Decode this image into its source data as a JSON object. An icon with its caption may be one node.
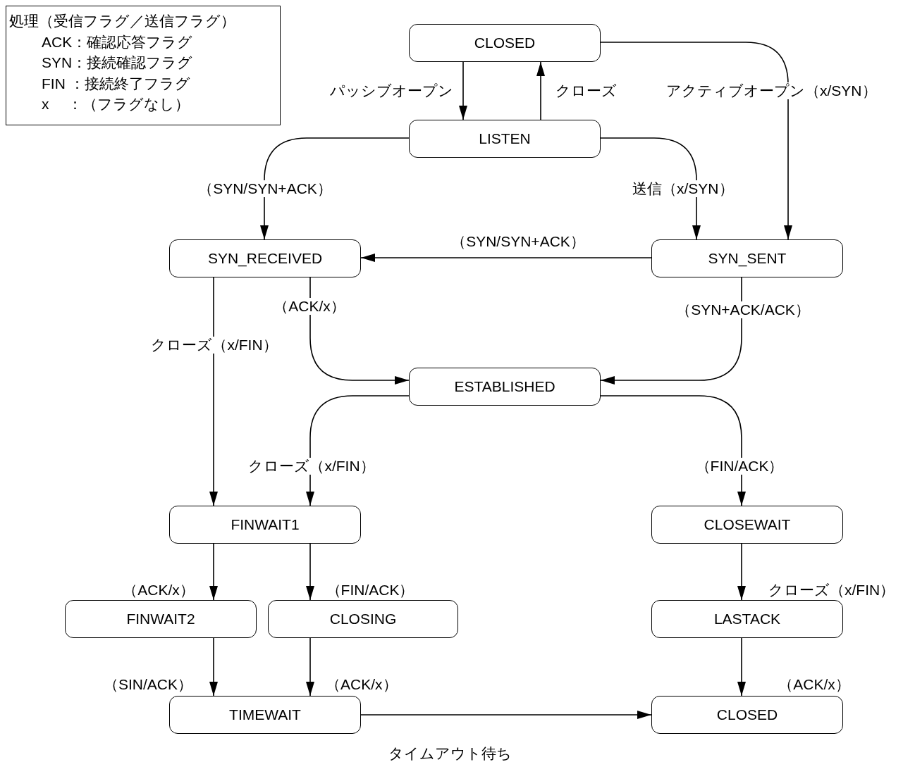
{
  "diagram": {
    "nodes": [
      {
        "text": [
          "処理（受信フラグ／送信フラグ）",
          "ACK：確認応答フラグ",
          "SYN：接続確認フラグ",
          "FIN ：接続終了フラグ",
          "x　 ：（フラグなし）"
        ]
      },
      {
        "text": [
          "CLOSED"
        ]
      },
      {
        "text": [
          "LISTEN"
        ]
      },
      {
        "text": [
          "SYN_RECEIVED"
        ]
      },
      {
        "text": [
          "SYN_SENT"
        ]
      },
      {
        "text": [
          "ESTABLISHED"
        ]
      },
      {
        "text": [
          "FINWAIT1"
        ]
      },
      {
        "text": [
          "CLOSEWAIT"
        ]
      },
      {
        "text": [
          "FINWAIT2"
        ]
      },
      {
        "text": [
          "CLOSING"
        ]
      },
      {
        "text": [
          "LASTACK"
        ]
      },
      {
        "text": [
          "TIMEWAIT"
        ]
      },
      {
        "text": [
          "CLOSED"
        ]
      }
    ],
    "edges": [
      {
        "from": 1,
        "to": 2,
        "arrow": "to",
        "label": "パッシブオープン"
      },
      {
        "from": 2,
        "to": 1,
        "arrow": "to",
        "label": "クローズ"
      },
      {
        "from": 1,
        "to": 4,
        "arrow": "to",
        "label": "アクティブオープン（x/SYN）"
      },
      {
        "from": 2,
        "to": 3,
        "arrow": "to",
        "label": "（SYN/SYN+ACK）"
      },
      {
        "from": 2,
        "to": 4,
        "arrow": "to",
        "label": "送信（x/SYN）"
      },
      {
        "from": 4,
        "to": 3,
        "arrow": "to",
        "label": "（SYN/SYN+ACK）"
      },
      {
        "from": 3,
        "to": 5,
        "arrow": "to",
        "label": "（ACK/x）"
      },
      {
        "from": 4,
        "to": 5,
        "arrow": "to",
        "label": "（SYN+ACK/ACK）"
      },
      {
        "from": 3,
        "to": 6,
        "arrow": "to",
        "label": "クローズ（x/FIN）"
      },
      {
        "from": 5,
        "to": 6,
        "arrow": "to",
        "label": "クローズ（x/FIN）"
      },
      {
        "from": 5,
        "to": 7,
        "arrow": "to",
        "label": "（FIN/ACK）"
      },
      {
        "from": 6,
        "to": 8,
        "arrow": "to",
        "label": "（ACK/x）"
      },
      {
        "from": 6,
        "to": 9,
        "arrow": "to",
        "label": "（FIN/ACK）"
      },
      {
        "from": 7,
        "to": 10,
        "arrow": "to",
        "label": "クローズ（x/FIN）"
      },
      {
        "from": 8,
        "to": 11,
        "arrow": "to",
        "label": "（SIN/ACK）"
      },
      {
        "from": 9,
        "to": 11,
        "arrow": "to",
        "label": "（ACK/x）"
      },
      {
        "from": 10,
        "to": 12,
        "arrow": "to",
        "label": "（ACK/x）"
      },
      {
        "from": 11,
        "to": 12,
        "arrow": "to",
        "label": "タイムアウト待ち"
      }
    ]
  }
}
